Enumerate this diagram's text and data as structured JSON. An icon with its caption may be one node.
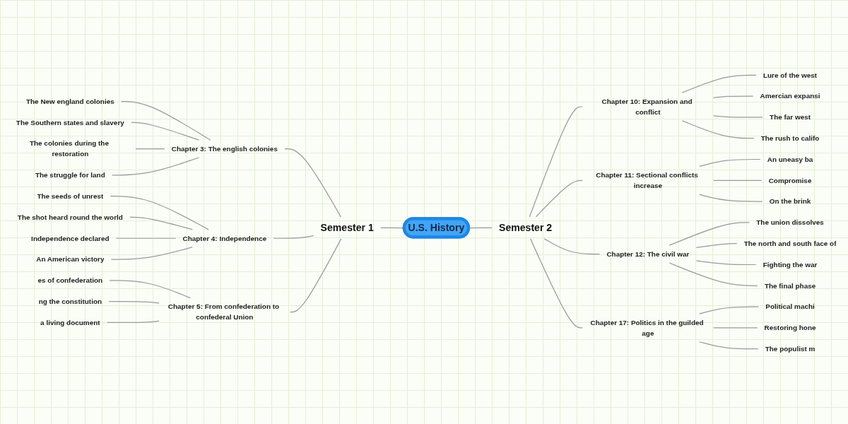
{
  "diagram": {
    "nodes": [
      {
        "text": [
          "U.S. History"
        ]
      },
      {
        "text": [
          "Semester 1"
        ]
      },
      {
        "text": [
          "Chapter 3: The english colonies"
        ]
      },
      {
        "text": [
          "The New england colonies"
        ]
      },
      {
        "text": [
          "The Southern states and slavery"
        ]
      },
      {
        "text": [
          "The colonies during the restoration"
        ]
      },
      {
        "text": [
          "The struggle for land"
        ]
      },
      {
        "text": [
          "Chapter 4: Independence"
        ]
      },
      {
        "text": [
          "The seeds of unrest"
        ]
      },
      {
        "text": [
          "The shot heard round the world"
        ]
      },
      {
        "text": [
          "Independence declared"
        ]
      },
      {
        "text": [
          "An American victory"
        ]
      },
      {
        "text": [
          "Chapter 5: From confederation to confederal Union"
        ]
      },
      {
        "text": [
          "es of confederation"
        ]
      },
      {
        "text": [
          "ng the constitution"
        ]
      },
      {
        "text": [
          "a living document"
        ]
      },
      {
        "text": [
          "Semester 2"
        ]
      },
      {
        "text": [
          "Chapter 10: Expansion and conflict"
        ]
      },
      {
        "text": [
          "Lure of the west"
        ]
      },
      {
        "text": [
          "Amercian expansi"
        ]
      },
      {
        "text": [
          "The far west"
        ]
      },
      {
        "text": [
          "The rush to califo"
        ]
      },
      {
        "text": [
          "Chapter 11: Sectional conflicts increase"
        ]
      },
      {
        "text": [
          "An uneasy ba"
        ]
      },
      {
        "text": [
          "Compromise"
        ]
      },
      {
        "text": [
          "On the brink"
        ]
      },
      {
        "text": [
          "Chapter 12: The civil war"
        ]
      },
      {
        "text": [
          "The union dissolves"
        ]
      },
      {
        "text": [
          "The north and south face of"
        ]
      },
      {
        "text": [
          "Fighting the war"
        ]
      },
      {
        "text": [
          "The final phase"
        ]
      },
      {
        "text": [
          "Chapter 17: Politics in the guilded age"
        ]
      },
      {
        "text": [
          "Political machi"
        ]
      },
      {
        "text": [
          "Restoring hone"
        ]
      },
      {
        "text": [
          "The populist m"
        ]
      }
    ],
    "edges": [
      {
        "from": 1,
        "to": 0,
        "arrow": "none"
      },
      {
        "from": 2,
        "to": 1,
        "arrow": "none"
      },
      {
        "from": 3,
        "to": 2,
        "arrow": "none"
      },
      {
        "from": 4,
        "to": 2,
        "arrow": "none"
      },
      {
        "from": 5,
        "to": 2,
        "arrow": "none"
      },
      {
        "from": 6,
        "to": 2,
        "arrow": "none"
      },
      {
        "from": 7,
        "to": 1,
        "arrow": "none"
      },
      {
        "from": 8,
        "to": 7,
        "arrow": "none"
      },
      {
        "from": 9,
        "to": 7,
        "arrow": "none"
      },
      {
        "from": 10,
        "to": 7,
        "arrow": "none"
      },
      {
        "from": 11,
        "to": 7,
        "arrow": "none"
      },
      {
        "from": 12,
        "to": 1,
        "arrow": "none"
      },
      {
        "from": 13,
        "to": 12,
        "arrow": "none"
      },
      {
        "from": 14,
        "to": 12,
        "arrow": "none"
      },
      {
        "from": 15,
        "to": 12,
        "arrow": "none"
      },
      {
        "from": 0,
        "to": 16,
        "arrow": "none"
      },
      {
        "from": 16,
        "to": 17,
        "arrow": "none"
      },
      {
        "from": 17,
        "to": 18,
        "arrow": "none"
      },
      {
        "from": 17,
        "to": 19,
        "arrow": "none"
      },
      {
        "from": 17,
        "to": 20,
        "arrow": "none"
      },
      {
        "from": 17,
        "to": 21,
        "arrow": "none"
      },
      {
        "from": 16,
        "to": 22,
        "arrow": "none"
      },
      {
        "from": 22,
        "to": 23,
        "arrow": "none"
      },
      {
        "from": 22,
        "to": 24,
        "arrow": "none"
      },
      {
        "from": 22,
        "to": 25,
        "arrow": "none"
      },
      {
        "from": 16,
        "to": 26,
        "arrow": "none"
      },
      {
        "from": 26,
        "to": 27,
        "arrow": "none"
      },
      {
        "from": 26,
        "to": 28,
        "arrow": "none"
      },
      {
        "from": 26,
        "to": 29,
        "arrow": "none"
      },
      {
        "from": 26,
        "to": 30,
        "arrow": "none"
      },
      {
        "from": 16,
        "to": 31,
        "arrow": "none"
      },
      {
        "from": 31,
        "to": 32,
        "arrow": "none"
      },
      {
        "from": 31,
        "to": 33,
        "arrow": "none"
      },
      {
        "from": 31,
        "to": 34,
        "arrow": "none"
      }
    ]
  }
}
